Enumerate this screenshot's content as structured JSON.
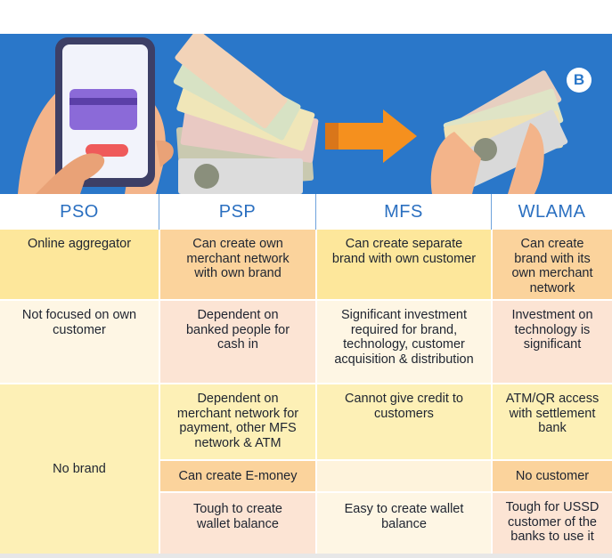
{
  "headers": [
    "PSO",
    "PSP",
    "MFS",
    "WLAMA"
  ],
  "logo": {
    "letter": "B"
  },
  "colors": {
    "banner": "#2a77c9",
    "header_text": "#2a6fc0",
    "arrow": "#f5901e"
  },
  "cells": {
    "pso_r1": "Online aggregator",
    "pso_r2": "Not focused on own customer",
    "pso_r3": "No brand",
    "psp_r1": "Can create own merchant network with own brand",
    "psp_r2": "Dependent on banked people for cash in",
    "psp_r3": "Dependent on merchant network for payment, other MFS network & ATM",
    "psp_r4": "Can create E-money",
    "psp_r5": "Tough to create wallet balance",
    "mfs_r1": "Can create separate brand with own customer",
    "mfs_r2": "Significant investment required for brand, technology, customer acquisition & distribution",
    "mfs_r3": "Cannot give credit to customers",
    "mfs_r5": "Easy to create wallet balance",
    "wl_r1": "Can create brand with its own merchant network",
    "wl_r2": "Investment on technology is significant",
    "wl_r3": "ATM/QR access with settlement bank",
    "wl_r4": "No customer",
    "wl_r5": "Tough for USSD customer of the banks to use it"
  }
}
